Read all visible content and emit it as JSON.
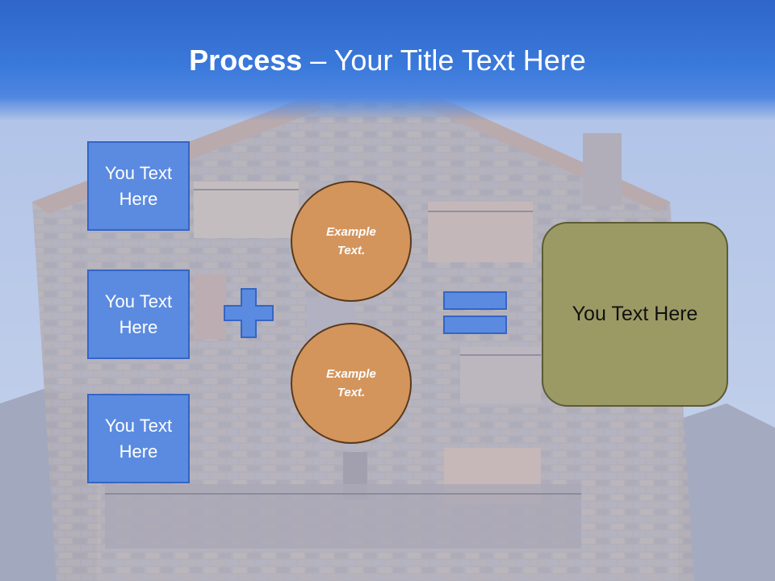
{
  "slide": {
    "title_bold": "Process",
    "title_dash": " – ",
    "title_rest": "Your Title Text Here"
  },
  "inputs": [
    {
      "line1": "You Text",
      "line2": "Here"
    },
    {
      "line1": "You Text",
      "line2": "Here"
    },
    {
      "line1": "You Text",
      "line2": "Here"
    }
  ],
  "circles": [
    {
      "line1": "Example",
      "line2": "Text."
    },
    {
      "line1": "Example",
      "line2": "Text."
    }
  ],
  "result": {
    "text": "You Text Here"
  },
  "colors": {
    "title_bar": "#3a79db",
    "box_fill": "#5b8be0",
    "circle_fill": "#d3955c",
    "result_fill": "#9b9a64"
  },
  "symbols": {
    "plus": "plus-icon",
    "equals": "equals-icon"
  }
}
